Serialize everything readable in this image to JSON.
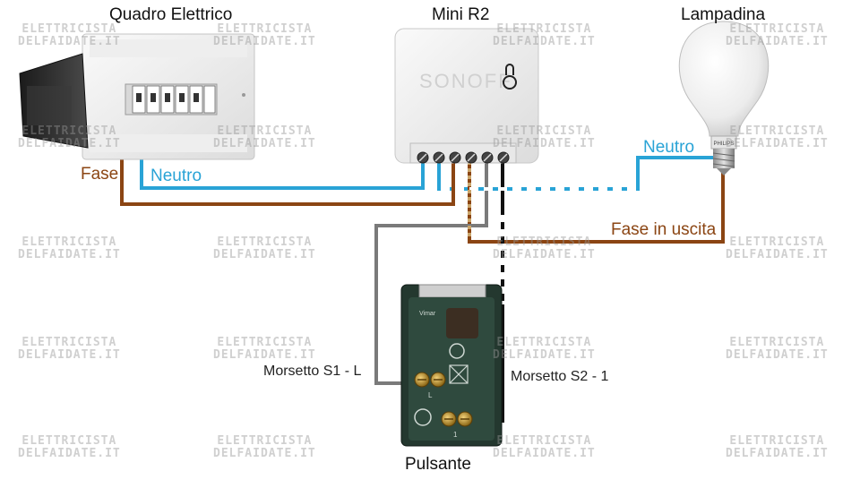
{
  "labels": {
    "panel": "Quadro Elettrico",
    "module": "Mini R2",
    "lamp": "Lampadina",
    "switch": "Pulsante",
    "fase": "Fase",
    "neutro_in": "Neutro",
    "neutro_out": "Neutro",
    "fase_uscita": "Fase in uscita",
    "s1": "Morsetto S1 - L",
    "s2": "Morsetto S2 - 1"
  },
  "device_text": {
    "brand": "SONOFF",
    "bulb_brand": "PHILIPS",
    "switch_brand": "Vimar",
    "switch_terminal_l": "L",
    "switch_terminal_1": "1"
  },
  "watermark": {
    "line1": "ELETTRICISTA",
    "line2": "DELFAIDATE.IT"
  },
  "colors": {
    "phase": "#8B4513",
    "neutral": "#29a3d6",
    "s1_wire": "#7a7a7a",
    "s2_wire": "#111111"
  }
}
